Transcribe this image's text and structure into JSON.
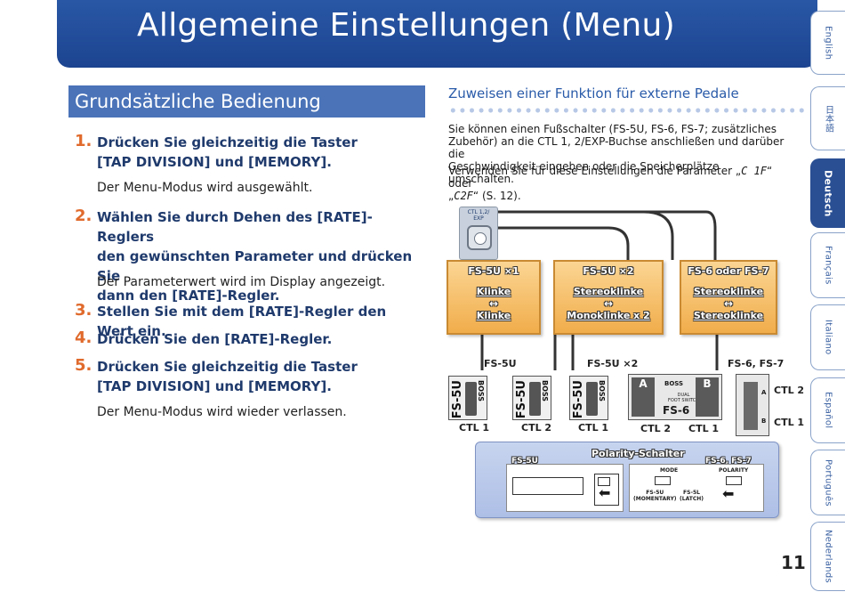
{
  "header": {
    "title": "Allgemeine Einstellungen (Menu)"
  },
  "languages": [
    {
      "label": "English",
      "active": false
    },
    {
      "label": "日本語",
      "active": false
    },
    {
      "label": "Deutsch",
      "active": true
    },
    {
      "label": "Français",
      "active": false
    },
    {
      "label": "Italiano",
      "active": false
    },
    {
      "label": "Español",
      "active": false
    },
    {
      "label": "Português",
      "active": false
    },
    {
      "label": "Nederlands",
      "active": false
    }
  ],
  "left": {
    "heading": "Grundsätzliche Bedienung",
    "steps": [
      {
        "num": "1.",
        "text_l1": "Drücken Sie gleichzeitig die Taster",
        "text_l2": "[TAP DIVISION] und [MEMORY].",
        "result": "Der Menu-Modus wird ausgewählt."
      },
      {
        "num": "2.",
        "text_l1": "Wählen Sie durch Dehen des [RATE]-Reglers",
        "text_l2": "den gewünschten Parameter und drücken Sie",
        "text_l3": "dann den [RATE]-Regler.",
        "result": "Der Parameterwert wird im Display angezeigt."
      },
      {
        "num": "3.",
        "text_l1": "Stellen Sie mit dem [RATE]-Regler den Wert ein."
      },
      {
        "num": "4.",
        "text_l1": "Drücken Sie den [RATE]-Regler."
      },
      {
        "num": "5.",
        "text_l1": "Drücken Sie gleichzeitig die Taster",
        "text_l2": "[TAP DIVISION] und [MEMORY].",
        "result": "Der Menu-Modus wird wieder verlassen."
      }
    ]
  },
  "right": {
    "heading": "Zuweisen einer Funktion für externe Pedale",
    "para1": {
      "l1": "Sie können einen Fußschalter (FS-5U, FS-6, FS-7; zusätzliches",
      "l2": "Zubehör) an die CTL 1, 2/EXP-Buchse anschließen und darüber die",
      "l3": "Geschwindigkeit eingeben oder die Speicherplätze umschalten."
    },
    "para2": {
      "pre": "Verwenden Sie für diese Einstellungen die Parameter „",
      "code1": "C 1F",
      "mid": "“ oder",
      "pre2": "„",
      "code2": "C2F",
      "post": "“ (S. 12)."
    }
  },
  "diagram": {
    "jack_label_l1": "CTL 1,2/",
    "jack_label_l2": "EXP",
    "boxes": [
      {
        "title": "FS-5U ×1",
        "line1": "Klinke",
        "arrow": "↔",
        "line2": "Klinke"
      },
      {
        "title": "FS-5U ×2",
        "line1": "Stereoklinke",
        "arrow": "↔",
        "line2": "Monoklinke x 2"
      },
      {
        "title": "FS-6 oder FS-7",
        "line1": "Stereoklinke",
        "arrow": "↔",
        "line2": "Stereoklinke"
      }
    ],
    "group_labels": {
      "g1": "FS-5U",
      "g2": "FS-5U ×2",
      "g3": "FS-6, FS-7"
    },
    "pedal_model": "FS-5U",
    "pedal_brand": "BOSS",
    "ctl_labels": {
      "p1": "CTL 1",
      "p2": "CTL 2",
      "p3": "CTL 1",
      "fs6_a": "CTL 2",
      "fs6_b": "CTL 1",
      "fs7_top": "CTL 2",
      "fs7_bottom": "CTL 1"
    },
    "fs6": {
      "btn_a": "A",
      "btn_b": "B",
      "brand": "BOSS",
      "desc_l1": "DUAL",
      "desc_l2": "FOOT SWITCH",
      "model": "FS-6"
    },
    "fs7": {
      "a": "A",
      "b": "B"
    },
    "polarity": {
      "title": "Polarity-Schalter",
      "left_label": "FS-5U",
      "right_label": "FS-6, FS-7",
      "mode": "MODE",
      "polarity": "POLARITY",
      "fs5u_l1": "FS-5U",
      "fs5u_l2": "(MOMENTARY)",
      "fs5l_l1": "FS-5L",
      "fs5l_l2": "(LATCH)",
      "arrow": "⬅"
    }
  },
  "page_number": "11"
}
